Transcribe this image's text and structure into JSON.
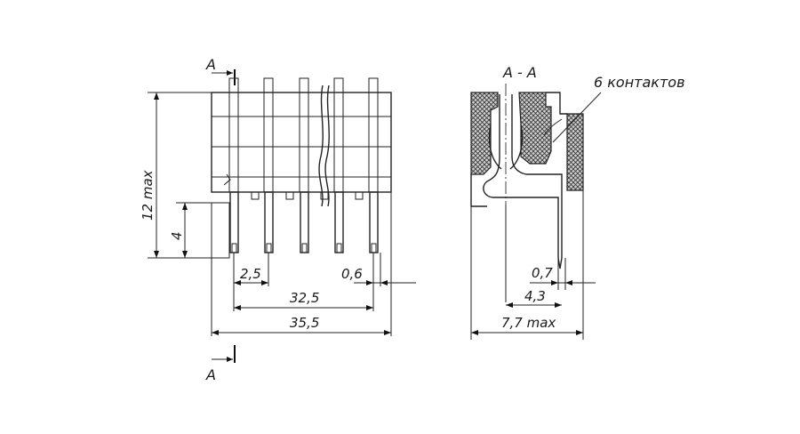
{
  "section_marks": {
    "top": "A",
    "bottom": "A",
    "section_title": "A - A"
  },
  "callout": {
    "contacts": "6 контактов"
  },
  "front_view": {
    "dims": {
      "height": "12 max",
      "pin_length": "4",
      "pitch": "2,5",
      "pin_width": "0,6",
      "pin_span": "32,5",
      "overall_width": "35,5"
    }
  },
  "side_view": {
    "dims": {
      "pin_thickness": "0,7",
      "pin_offset": "4,3",
      "overall_depth": "7,7 max"
    }
  }
}
